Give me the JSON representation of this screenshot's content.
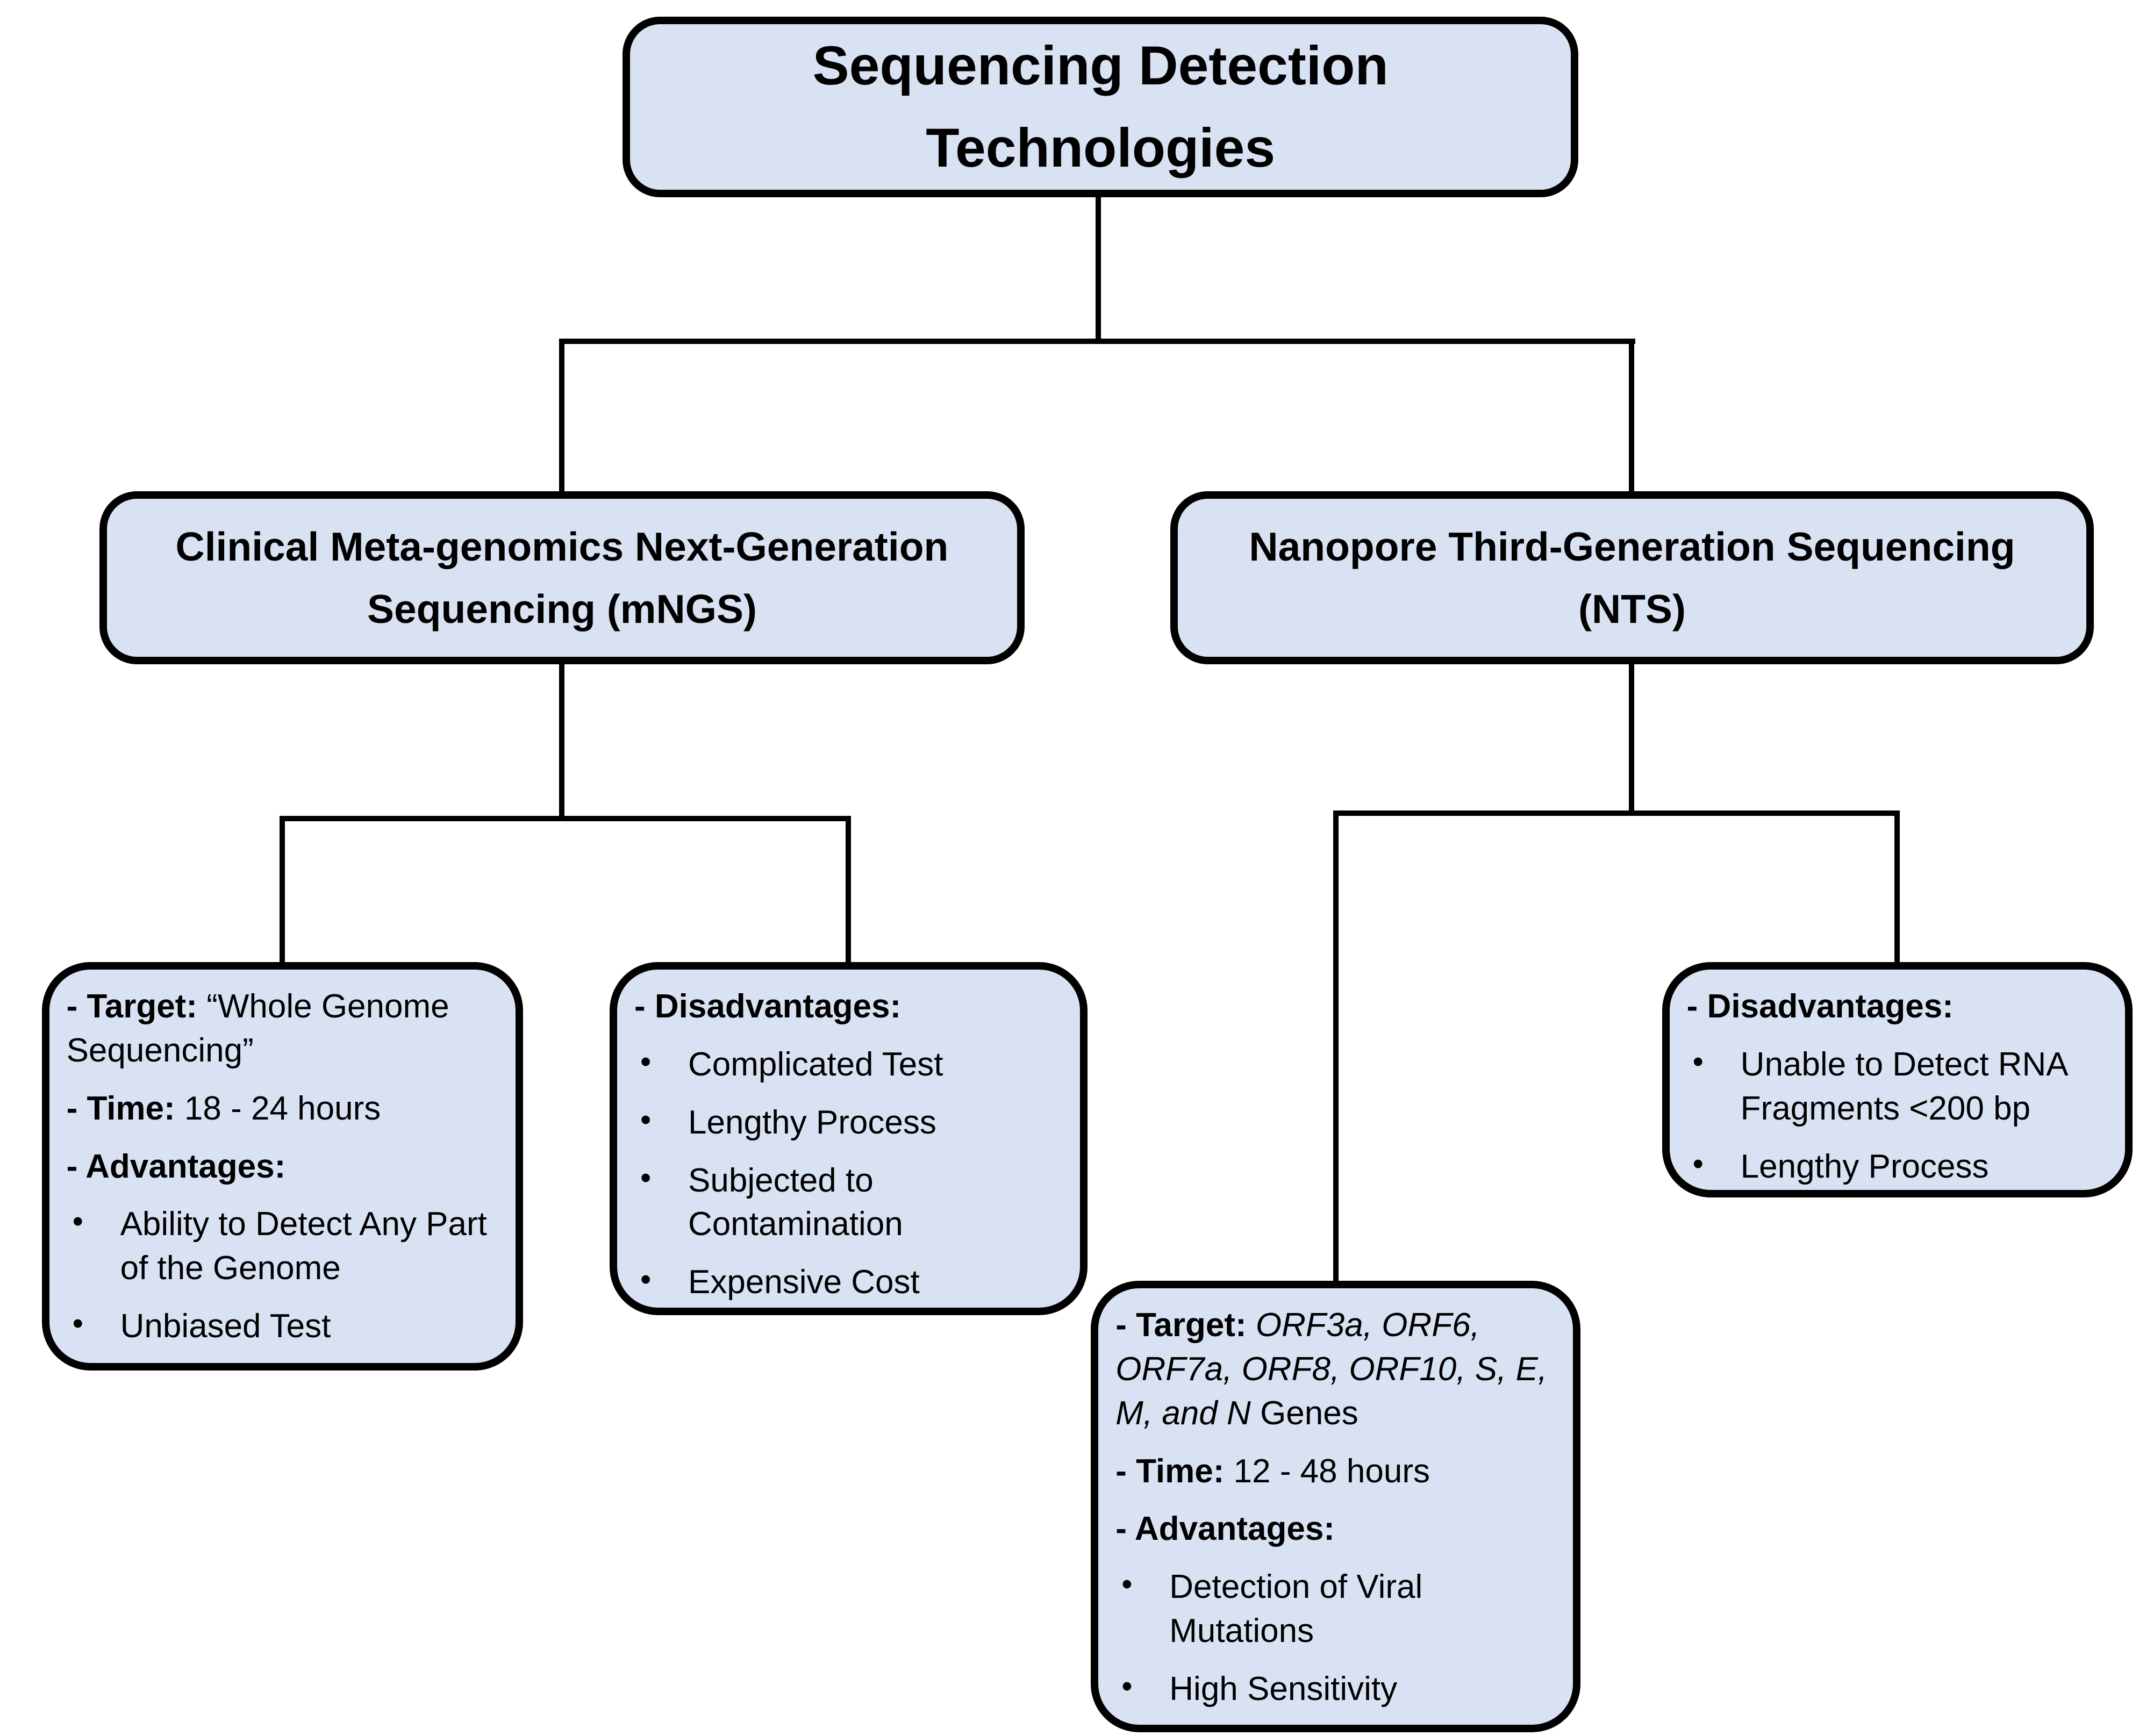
{
  "diagram": {
    "colors": {
      "box_fill": "#d9e2f3",
      "box_border": "#000000",
      "connector": "#000000",
      "background": "#ffffff"
    },
    "root": {
      "lines": [
        "Sequencing Detection",
        "Technologies"
      ]
    },
    "branches": {
      "mngs": {
        "lines": [
          "Clinical Meta-genomics Next-Generation",
          "Sequencing (mNGS)"
        ]
      },
      "nts": {
        "lines": [
          "Nanopore Third-Generation Sequencing",
          "(NTS)"
        ]
      }
    },
    "leaves": {
      "mngs_details": {
        "target_label": "- Target:",
        "target_text": "“Whole Genome Sequencing”",
        "time_label": "- Time:",
        "time_text": "18 - 24 hours",
        "advantages_label": "- Advantages:",
        "bullets": [
          "Ability to Detect Any Part of the Genome",
          "Unbiased Test"
        ]
      },
      "mngs_disadvantages": {
        "heading": "- Disadvantages:",
        "bullets": [
          "Complicated Test",
          "Lengthy Process",
          "Subjected to Contamination",
          "Expensive Cost"
        ]
      },
      "nts_details": {
        "target_label": "- Target:",
        "target_italic": "ORF3a, ORF6, ORF7a, ORF8, ORF10, S, E, M, and N",
        "target_text": "Genes",
        "time_label": "- Time:",
        "time_text": "12 - 48 hours",
        "advantages_label": "- Advantages:",
        "bullets": [
          "Detection of Viral Mutations",
          "High Sensitivity"
        ]
      },
      "nts_disadvantages": {
        "heading": "- Disadvantages:",
        "bullets": [
          "Unable to Detect RNA Fragments <200 bp",
          "Lengthy Process"
        ]
      }
    }
  }
}
